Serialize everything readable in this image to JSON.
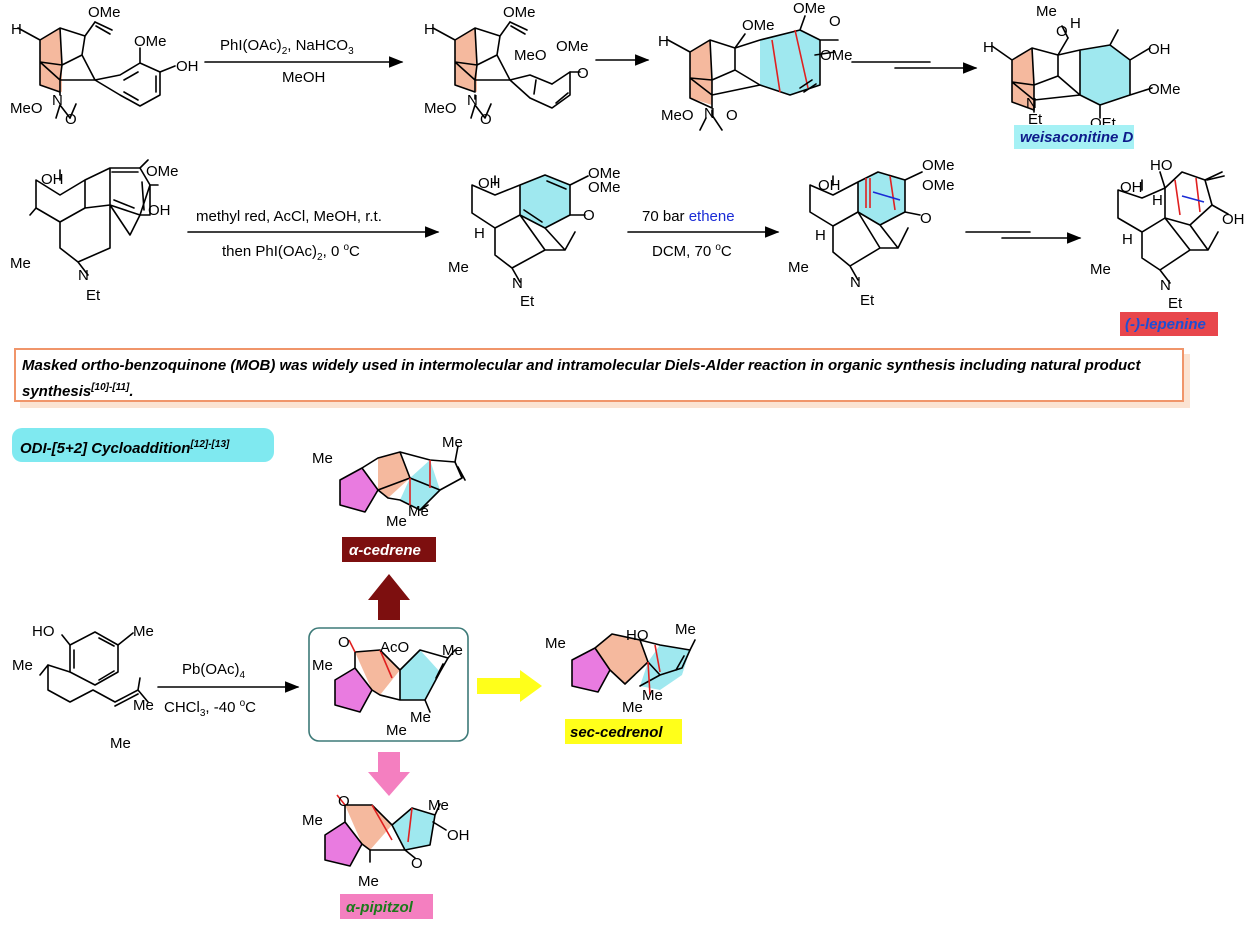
{
  "row1": {
    "reagents": "PhI(OAc)",
    "reagents_sub1": "2",
    "reagents_b": ", NaHCO",
    "reagents_sub2": "3",
    "solvent": "MeOH",
    "product_name": "weisaconitine D"
  },
  "row2": {
    "cond1_line1": "methyl red, AcCl, MeOH, r.t.",
    "cond1_line2_a": "then PhI(OAc)",
    "cond1_line2_sub": "2",
    "cond1_line2_b": ", 0 ",
    "cond1_line2_sup": "o",
    "cond1_line2_c": "C",
    "cond2_line1_a": "70 bar ",
    "cond2_line1_b": "ethene",
    "cond2_line2_a": "DCM, 70 ",
    "cond2_line2_sup": "o",
    "cond2_line2_c": "C",
    "product_name": "(-)-lepenine"
  },
  "note": {
    "text": "Masked ortho-benzoquinone (MOB) was widely used in intermolecular and intramolecular Diels-Alder reaction in organic synthesis including natural product synthesis",
    "ref": "[10]-[11]",
    "end": "."
  },
  "section": {
    "title": "ODI-[5+2] Cycloaddition",
    "ref": "[12]-[13]"
  },
  "row3": {
    "reagent_a": "Pb(OAc)",
    "reagent_sub": "4",
    "solvent_a": "CHCl",
    "solvent_sub": "3",
    "solvent_b": ", -40 ",
    "solvent_sup": "o",
    "solvent_c": "C",
    "names": {
      "cedrene": "α-cedrene",
      "cedrenol": "sec-cedrenol",
      "pipitzol": "α-pipitzol"
    }
  },
  "atoms": {
    "OMe": "OMe",
    "OH": "OH",
    "H": "H",
    "N": "N",
    "O": "O",
    "MeO": "MeO",
    "Me": "Me",
    "Et": "Et",
    "OEt": "OEt",
    "HO": "HO",
    "AcO": "AcO"
  },
  "colors": {
    "salmon": "#f5b99e",
    "cyan": "#9fe8ef",
    "magenta": "#e97be0",
    "red_label": "#e8464c",
    "dark_red": "#7d0f0f",
    "yellow": "#ffff1a",
    "pink": "#f47fc0",
    "box_border": "#3d7a78",
    "note_border": "#f0956a"
  }
}
